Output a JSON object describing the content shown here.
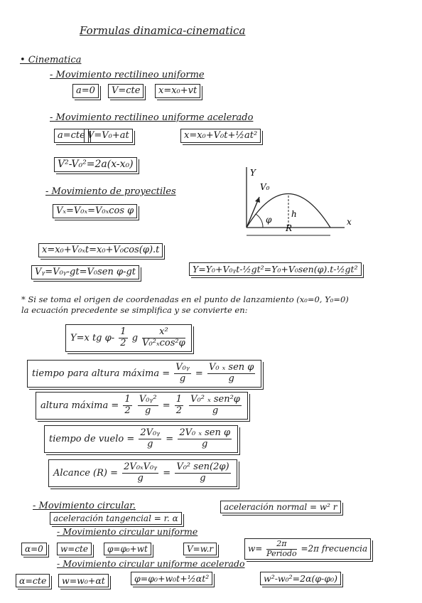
{
  "title": "Formulas dinamica-cinematica",
  "section": "• Cinematica",
  "mru": {
    "heading": "- Movimiento rectilineo uniforme",
    "f1": "a=0",
    "f2": "V=cte",
    "f3": "x=x₀+vt"
  },
  "mrua": {
    "heading": "- Movimiento rectilineo uniforme acelerado",
    "f1": "a=cte",
    "f2": "V=V₀+at",
    "f3": "x=x₀+V₀t+½at²",
    "f4": "V²-V₀²=2a(x-x₀)"
  },
  "proy": {
    "heading": "- Movimiento de proyectiles",
    "f1": "Vₓ=V₀ₓ=V₀ₓcos φ",
    "f2": "x=x₀+V₀ₓt=x₀+V₀cos(φ).t",
    "f3": "Vᵧ=V₀ᵧ-gt=V₀sen φ-gt",
    "f4": "Y=Y₀+V₀ᵧt-½gt²=Y₀+V₀sen(φ).t-½gt²"
  },
  "diagram": {
    "y": "Y",
    "v0": "V₀",
    "phi": "φ",
    "h": "h",
    "r": "R",
    "x": "x"
  },
  "note1": "* Si se toma el origen de coordenadas en el punto de lanzamiento (x₀=0, Y₀=0)",
  "note2": "la ecuación precedente se simplifica y se convierte en:",
  "traj": {
    "lhs": "Y=x tg φ-",
    "a": "1",
    "b": "2",
    "g": "g",
    "num": "x²",
    "den": "V₀²ₓcos²φ"
  },
  "tmax": {
    "lhs": "tiempo para altura máxima =",
    "n1": "V₀ᵧ",
    "d1": "g",
    "eq": "=",
    "n2": "V₀ ₓ sen φ",
    "d2": "g"
  },
  "hmax": {
    "lhs": "altura máxima =",
    "a1": "1",
    "b1": "2",
    "n1": "V₀ᵧ²",
    "d1": "g",
    "eq": "=",
    "a2": "1",
    "b2": "2",
    "n2": "V₀² ₓ sen²φ",
    "d2": "g"
  },
  "tvuelo": {
    "lhs": "tiempo de vuelo =",
    "n1": "2V₀ᵧ",
    "d1": "g",
    "eq": "=",
    "n2": "2V₀ ₓ sen φ",
    "d2": "g"
  },
  "alcance": {
    "lhs": "Alcance (R) =",
    "n1": "2V₀ₓV₀ᵧ",
    "d1": "g",
    "eq": "=",
    "n2": "V₀² sen(2φ)",
    "d2": "g"
  },
  "circ": {
    "heading": "- Movimiento circular.",
    "at": "aceleración tangencial = r. α",
    "an": "aceleración normal = w² r"
  },
  "mcu": {
    "heading": "- Movimiento circular uniforme",
    "f1": "α=0",
    "f2": "w=cte",
    "f3": "φ=φ₀+wt",
    "f4": "V=w.r",
    "f5a": "w=",
    "f5n": "2π",
    "f5d": "Periodo",
    "f5b": "=2π frecuencia"
  },
  "mcua": {
    "heading": "- Movimiento circular uniforme acelerado",
    "f1": "α=cte",
    "f2": "w=w₀+αt",
    "f3": "φ=φ₀+w₀t+½αt²",
    "f4": "w²-w₀²=2α(φ-φ₀)"
  }
}
